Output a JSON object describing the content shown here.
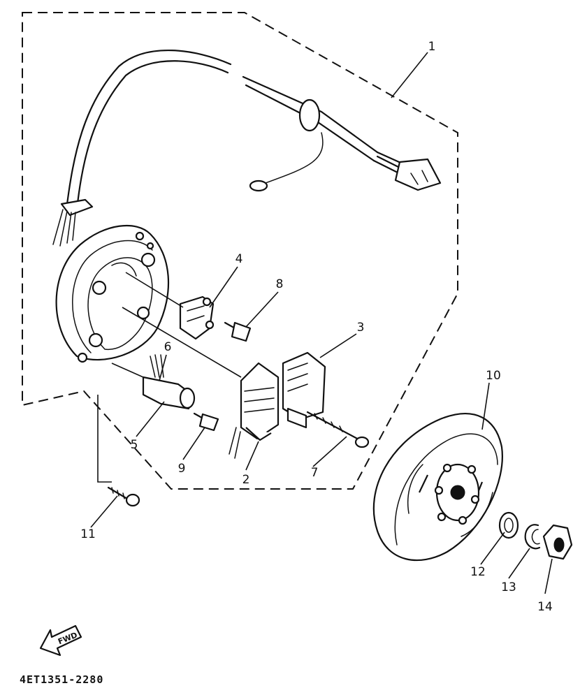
{
  "diagram": {
    "part_code": "4ET1351-2280",
    "fwd_label": "FWD",
    "callouts": {
      "c1": "1",
      "c2": "2",
      "c3": "3",
      "c4": "4",
      "c5": "5",
      "c6": "6",
      "c7": "7",
      "c8": "8",
      "c9": "9",
      "c10": "10",
      "c11": "11",
      "c12": "12",
      "c13": "13",
      "c14": "14"
    }
  }
}
